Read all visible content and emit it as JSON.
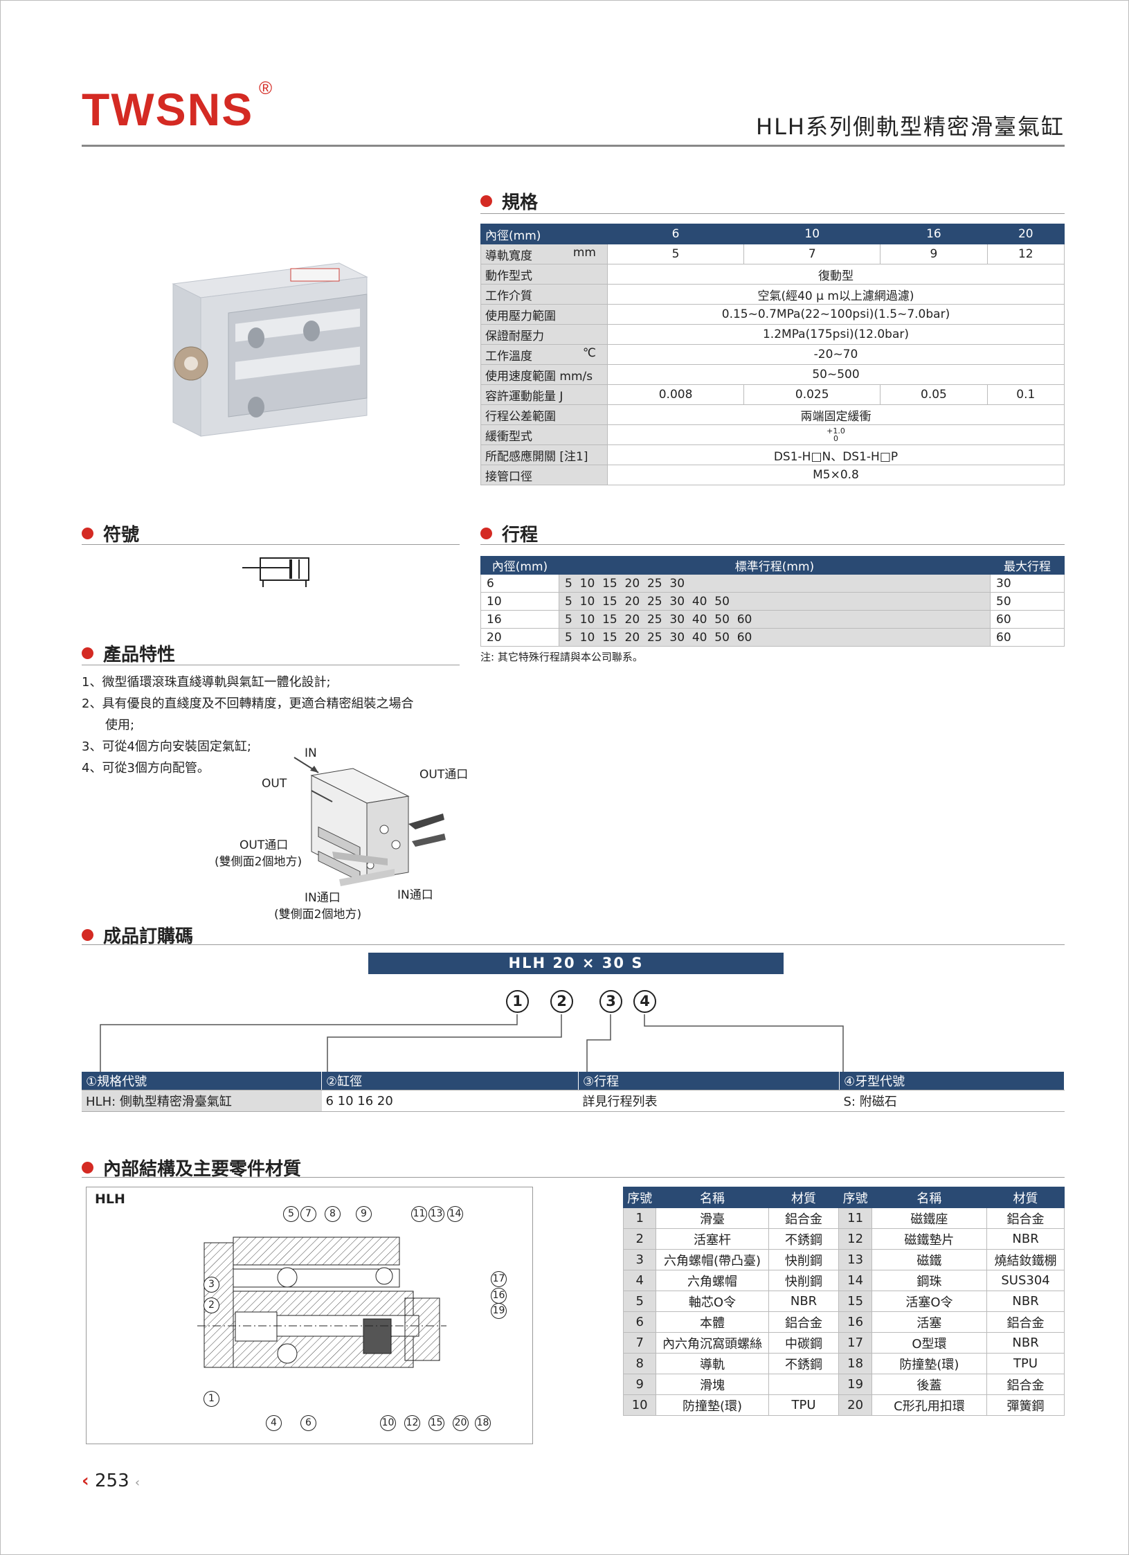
{
  "header": {
    "brand": "TWSNS",
    "reg": "®",
    "title": "HLH系列側軌型精密滑臺氣缸"
  },
  "sections": {
    "spec": "規格",
    "symbol": "符號",
    "stroke": "行程",
    "features": "產品特性",
    "order": "成品訂購碼",
    "structure": "內部結構及主要零件材質"
  },
  "spec": {
    "rows": [
      {
        "label": "內徑(mm)",
        "values": [
          "6",
          "10",
          "16",
          "20"
        ],
        "header": true
      },
      {
        "label": "導軌寬度",
        "unit": "mm",
        "values": [
          "5",
          "7",
          "9",
          "12"
        ]
      },
      {
        "label": "動作型式",
        "value": "復動型"
      },
      {
        "label": "工作介質",
        "value": "空氣(經40 μ m以上濾網過濾)"
      },
      {
        "label": "使用壓力範圍",
        "value": "0.15~0.7MPa(22~100psi)(1.5~7.0bar)"
      },
      {
        "label": "保證耐壓力",
        "value": "1.2MPa(175psi)(12.0bar)"
      },
      {
        "label": "工作溫度",
        "unit": "℃",
        "value": "-20~70"
      },
      {
        "label": "使用速度範圍 mm/s",
        "value": "50~500"
      },
      {
        "label": "容許運動能量 J",
        "values": [
          "0.008",
          "0.025",
          "0.05",
          "0.1"
        ]
      },
      {
        "label": "行程公差範圍",
        "value": "兩端固定緩衝"
      },
      {
        "label": "緩衝型式",
        "value_top": "+1.0",
        "value_bot": "0"
      },
      {
        "label": "所配感應開關 [注1]",
        "value": "DS1-H□N、DS1-H□P"
      },
      {
        "label": "接管口徑",
        "value": "M5×0.8"
      }
    ]
  },
  "stroke": {
    "headers": [
      "內徑(mm)",
      "標準行程(mm)",
      "最大行程"
    ],
    "rows": [
      [
        "6",
        "5  10  15  20  25  30",
        "30"
      ],
      [
        "10",
        "5  10  15  20  25  30  40  50",
        "50"
      ],
      [
        "16",
        "5  10  15  20  25  30  40  50  60",
        "60"
      ],
      [
        "20",
        "5  10  15  20  25  30  40  50  60",
        "60"
      ]
    ],
    "note": "注: 其它特殊行程請與本公司聯系。"
  },
  "features": {
    "items": [
      "1、微型循環滾珠直綫導軌與氣缸一體化設計;",
      "2、具有優良的直綫度及不回轉精度，更適合精密組裝之場合",
      "使用;",
      "3、可從4個方向安裝固定氣缸;",
      "4、可從3個方向配管。"
    ]
  },
  "ports": {
    "in": "IN",
    "out": "OUT",
    "out_port": "OUT通口",
    "out_port2": "OUT通口",
    "out_note": "(雙側面2個地方)",
    "in_port": "IN通口",
    "in_port2": "IN通口",
    "in_note": "(雙側面2個地方)"
  },
  "order": {
    "code": "HLH  20 × 30   S",
    "nums": [
      "1",
      "2",
      "3",
      "4"
    ],
    "headers": [
      "①規格代號",
      "②缸徑",
      "③行程",
      "④牙型代號"
    ],
    "values": [
      "HLH: 側軌型精密滑臺氣缸",
      "6  10  16  20",
      "詳見行程列表",
      "S: 附磁石"
    ]
  },
  "structure": {
    "label": "HLH",
    "callouts": [
      "5",
      "7",
      "8",
      "9",
      "11",
      "13",
      "14",
      "3",
      "2",
      "1",
      "4",
      "6",
      "10",
      "12",
      "15",
      "20",
      "18",
      "17",
      "16",
      "19"
    ],
    "headers": [
      "序號",
      "名稱",
      "材質",
      "序號",
      "名稱",
      "材質"
    ],
    "rows": [
      [
        "1",
        "滑臺",
        "鋁合金",
        "11",
        "磁鐵座",
        "鋁合金"
      ],
      [
        "2",
        "活塞杆",
        "不銹鋼",
        "12",
        "磁鐵墊片",
        "NBR"
      ],
      [
        "3",
        "六角螺帽(帶凸臺)",
        "快削鋼",
        "13",
        "磁鐵",
        "燒結釹鐵棚"
      ],
      [
        "4",
        "六角螺帽",
        "快削鋼",
        "14",
        "鋼珠",
        "SUS304"
      ],
      [
        "5",
        "軸芯O令",
        "NBR",
        "15",
        "活塞O令",
        "NBR"
      ],
      [
        "6",
        "本體",
        "鋁合金",
        "16",
        "活塞",
        "鋁合金"
      ],
      [
        "7",
        "內六角沉窩頭螺絲",
        "中碳鋼",
        "17",
        "O型環",
        "NBR"
      ],
      [
        "8",
        "導軌",
        "不銹鋼",
        "18",
        "防撞墊(環)",
        "TPU"
      ],
      [
        "9",
        "滑塊",
        "",
        "19",
        "後蓋",
        "鋁合金"
      ],
      [
        "10",
        "防撞墊(環)",
        "TPU",
        "20",
        "C形孔用扣環",
        "彈簧鋼"
      ]
    ]
  },
  "page_number": "253",
  "colors": {
    "brand_red": "#d42a23",
    "header_navy": "#2a4a73"
  }
}
